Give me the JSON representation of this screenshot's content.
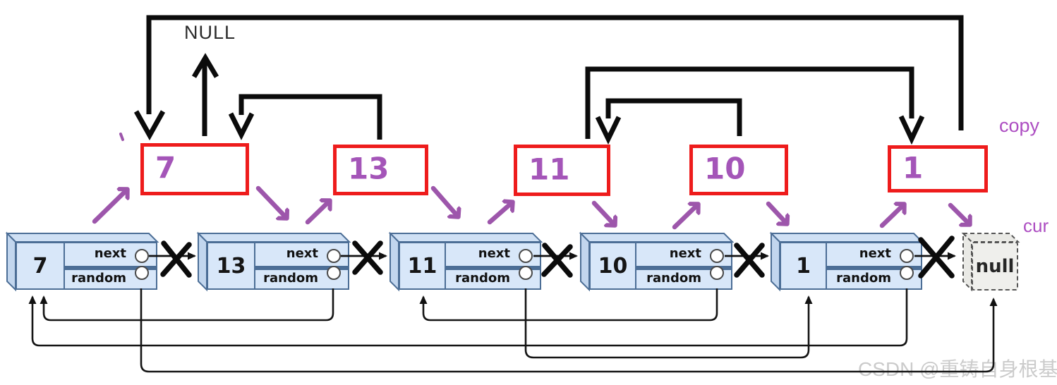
{
  "title_labels": {
    "null_pointer": "NULL",
    "copy": "copy",
    "cur": "cur",
    "null_node": "null"
  },
  "field_labels": {
    "next": "next",
    "random": "random"
  },
  "original_list": {
    "nodes": [
      {
        "value": "7"
      },
      {
        "value": "13"
      },
      {
        "value": "11"
      },
      {
        "value": "10"
      },
      {
        "value": "1"
      }
    ]
  },
  "copy_list": {
    "nodes": [
      {
        "value": "7"
      },
      {
        "value": "13"
      },
      {
        "value": "11"
      },
      {
        "value": "10"
      },
      {
        "value": "1"
      }
    ]
  },
  "watermark": "CSDN @重铸自身根基",
  "colors": {
    "copy_box_border": "#ee1c1c",
    "copy_value_purple": "#a455b8",
    "interleave_arrow_purple": "#9d56ab",
    "label_purple": "#ad4ec2",
    "node_fill": "#d8e7f9",
    "node_border": "#4c6e96",
    "black_arrow": "#0b0b0b",
    "watermark_gray": "#cbcbcb"
  },
  "pointers": {
    "copy_random_arrows": [
      {
        "from": "copy-7",
        "to": "NULL"
      },
      {
        "from": "copy-13",
        "to": "copy-7"
      },
      {
        "from": "copy-11",
        "to": "copy-1"
      },
      {
        "from": "copy-10",
        "to": "copy-11"
      },
      {
        "from": "copy-1",
        "to": "copy-7"
      }
    ],
    "original_random_arrows": [
      {
        "from": "7",
        "to": "null"
      },
      {
        "from": "13",
        "to": "7"
      },
      {
        "from": "11",
        "to": "1"
      },
      {
        "from": "10",
        "to": "11"
      },
      {
        "from": "1",
        "to": "7"
      }
    ],
    "next_arrows_crossed_out": [
      "7→13",
      "13→11",
      "11→10",
      "10→1",
      "1→null"
    ]
  }
}
